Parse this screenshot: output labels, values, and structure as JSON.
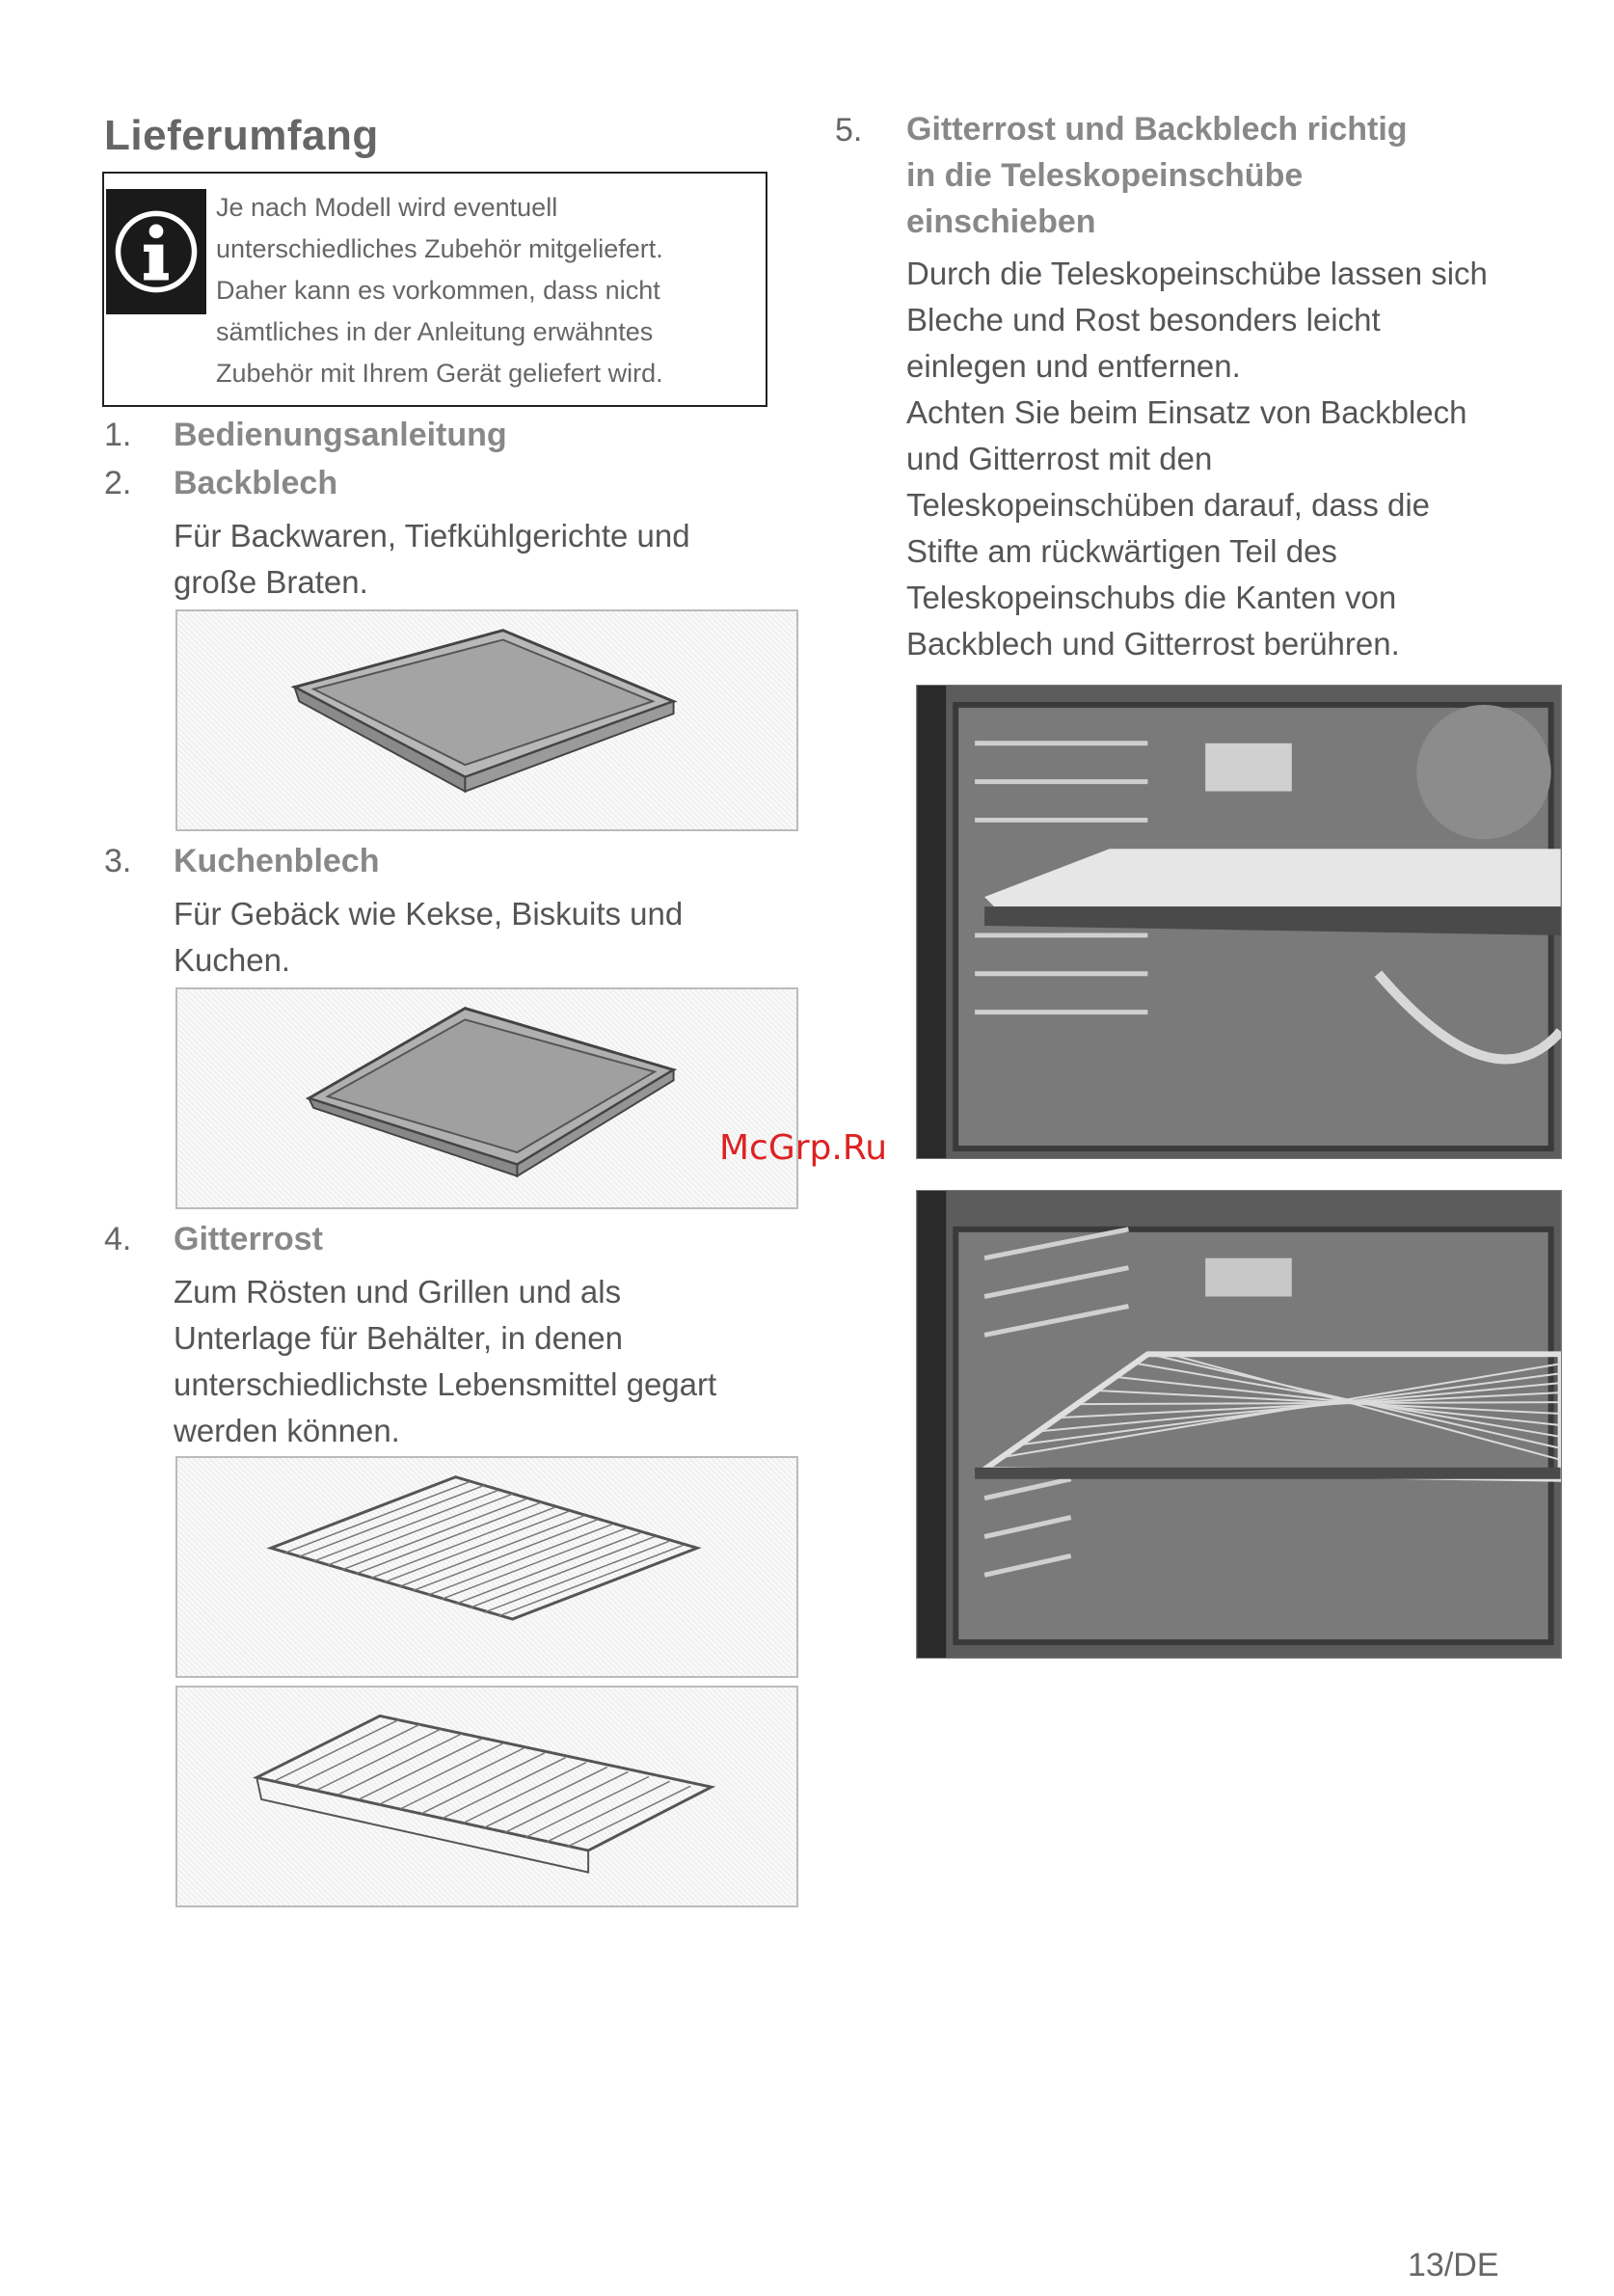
{
  "section_title": "Lieferumfang",
  "info_box": {
    "icon": "info-icon",
    "lines": [
      "Je nach Modell wird eventuell",
      "unterschiedliches Zubehör mitgeliefert.",
      "Daher kann es vorkommen, dass nicht",
      "sämtliches in der Anleitung erwähntes",
      "Zubehör mit Ihrem Gerät geliefert wird."
    ]
  },
  "items": [
    {
      "num": "1.",
      "title": "Bedienungsanleitung",
      "desc": []
    },
    {
      "num": "2.",
      "title": "Backblech",
      "desc": [
        "Für Backwaren, Tiefkühlgerichte und",
        "große Braten."
      ]
    },
    {
      "num": "3.",
      "title": "Kuchenblech",
      "desc": [
        "Für Gebäck wie Kekse, Biskuits und",
        "Kuchen."
      ]
    },
    {
      "num": "4.",
      "title": "Gitterrost",
      "desc": [
        "Zum Rösten und Grillen und als",
        "Unterlage für Behälter, in denen",
        "unterschiedlichste Lebensmittel gegart",
        "werden können."
      ]
    },
    {
      "num": "5.",
      "title_lines": [
        "Gitterrost und Backblech richtig",
        "in die Teleskopeinschübe",
        "einschieben"
      ],
      "desc": [
        "Durch die Teleskopeinschübe lassen sich",
        "Bleche und Rost besonders leicht",
        "einlegen und entfernen.",
        "Achten Sie beim Einsatz von Backblech",
        "und Gitterrost mit den",
        "Teleskopeinschüben darauf, dass die",
        "Stifte am rückwärtigen Teil des",
        "Teleskopeinschubs die Kanten von",
        "Backblech und Gitterrost berühren."
      ]
    }
  ],
  "watermark": "McGrp.Ru",
  "page_number": "13/DE"
}
